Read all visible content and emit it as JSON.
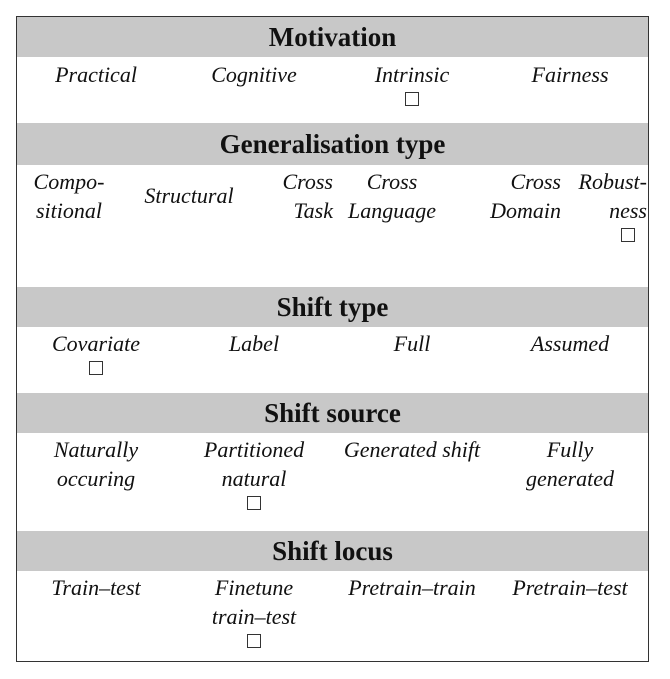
{
  "sections": [
    {
      "header": "Motivation",
      "items": [
        {
          "lines": [
            "Practical"
          ],
          "checkbox": false
        },
        {
          "lines": [
            "Cognitive"
          ],
          "checkbox": false
        },
        {
          "lines": [
            "Intrinsic"
          ],
          "checkbox": true
        },
        {
          "lines": [
            "Fairness"
          ],
          "checkbox": false
        }
      ]
    },
    {
      "header": "Generalisation type",
      "items": [
        {
          "lines": [
            "Compo-",
            "sitional"
          ],
          "checkbox": false
        },
        {
          "lines": [
            "Structural"
          ],
          "checkbox": false
        },
        {
          "lines": [
            "Cross",
            "Task"
          ],
          "checkbox": false
        },
        {
          "lines": [
            "Cross",
            "Language"
          ],
          "checkbox": false
        },
        {
          "lines": [
            "Cross",
            "Domain"
          ],
          "checkbox": false
        },
        {
          "lines": [
            "Robust-",
            "ness"
          ],
          "checkbox": true
        }
      ]
    },
    {
      "header": "Shift type",
      "items": [
        {
          "lines": [
            "Covariate"
          ],
          "checkbox": true
        },
        {
          "lines": [
            "Label"
          ],
          "checkbox": false
        },
        {
          "lines": [
            "Full"
          ],
          "checkbox": false
        },
        {
          "lines": [
            "Assumed"
          ],
          "checkbox": false
        }
      ]
    },
    {
      "header": "Shift source",
      "items": [
        {
          "lines": [
            "Naturally",
            "occuring"
          ],
          "checkbox": false
        },
        {
          "lines": [
            "Partitioned",
            "natural"
          ],
          "checkbox": true
        },
        {
          "lines": [
            "Generated shift"
          ],
          "checkbox": false
        },
        {
          "lines": [
            "Fully",
            "generated"
          ],
          "checkbox": false
        }
      ]
    },
    {
      "header": "Shift locus",
      "items": [
        {
          "lines": [
            "Train–test"
          ],
          "checkbox": false
        },
        {
          "lines": [
            "Finetune",
            "train–test"
          ],
          "checkbox": true
        },
        {
          "lines": [
            "Pretrain–train"
          ],
          "checkbox": false
        },
        {
          "lines": [
            "Pretrain–test"
          ],
          "checkbox": false
        }
      ]
    }
  ]
}
